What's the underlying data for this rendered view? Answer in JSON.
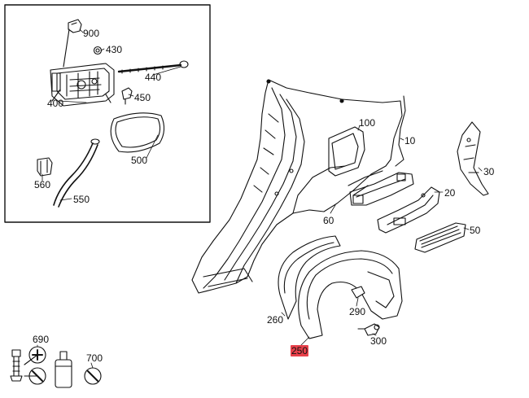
{
  "diagram": {
    "accent_color": "#e8404a",
    "line_color": "#111111",
    "parts": {
      "p900": "900",
      "p430": "430",
      "p440": "440",
      "p400": "400",
      "p450": "450",
      "p500": "500",
      "p560": "560",
      "p550": "550",
      "p100": "100",
      "p10": "10",
      "p30": "30",
      "p20": "20",
      "p60": "60",
      "p50": "50",
      "p290": "290",
      "p260": "260",
      "p300": "300",
      "p250": "250",
      "p690": "690",
      "p700": "700"
    },
    "highlighted_part": "250",
    "icons": {
      "wrench": "wrench-icon",
      "bottle": "bottle-icon",
      "bolt": "bolt-icon"
    }
  }
}
